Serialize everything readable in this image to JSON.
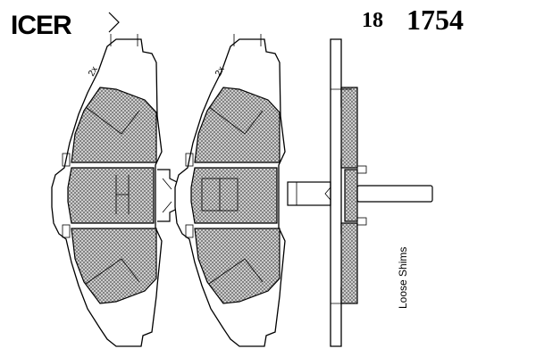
{
  "header": {
    "brand": "ICER",
    "part_prefix": "18",
    "part_number": "1754"
  },
  "diagram": {
    "pads": [
      {
        "quantity_label": "2x"
      },
      {
        "quantity_label": "2x"
      }
    ],
    "side_view_label": "Loose Shims"
  }
}
